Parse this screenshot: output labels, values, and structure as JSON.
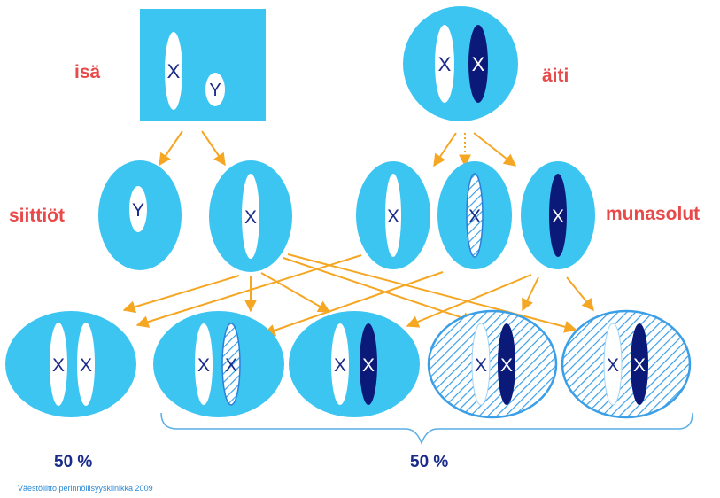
{
  "labels": {
    "father": "isä",
    "mother": "äiti",
    "sperm": "siittiöt",
    "eggs": "munasolut",
    "percent_left": "50 %",
    "percent_right": "50 %",
    "credit": "Väestöliitto perinnöllisyysklinikka 2009"
  },
  "chromosome_letters": {
    "x": "X",
    "y": "Y"
  },
  "colors": {
    "cell": "#3dc5f2",
    "cell_border": "#2a9be0",
    "dark_chromosome": "#0b1a78",
    "letter": "#1a2a8a",
    "arrow": "#f5a623",
    "red_label": "#e84a4a",
    "hatch": "#3a9fe6"
  }
}
